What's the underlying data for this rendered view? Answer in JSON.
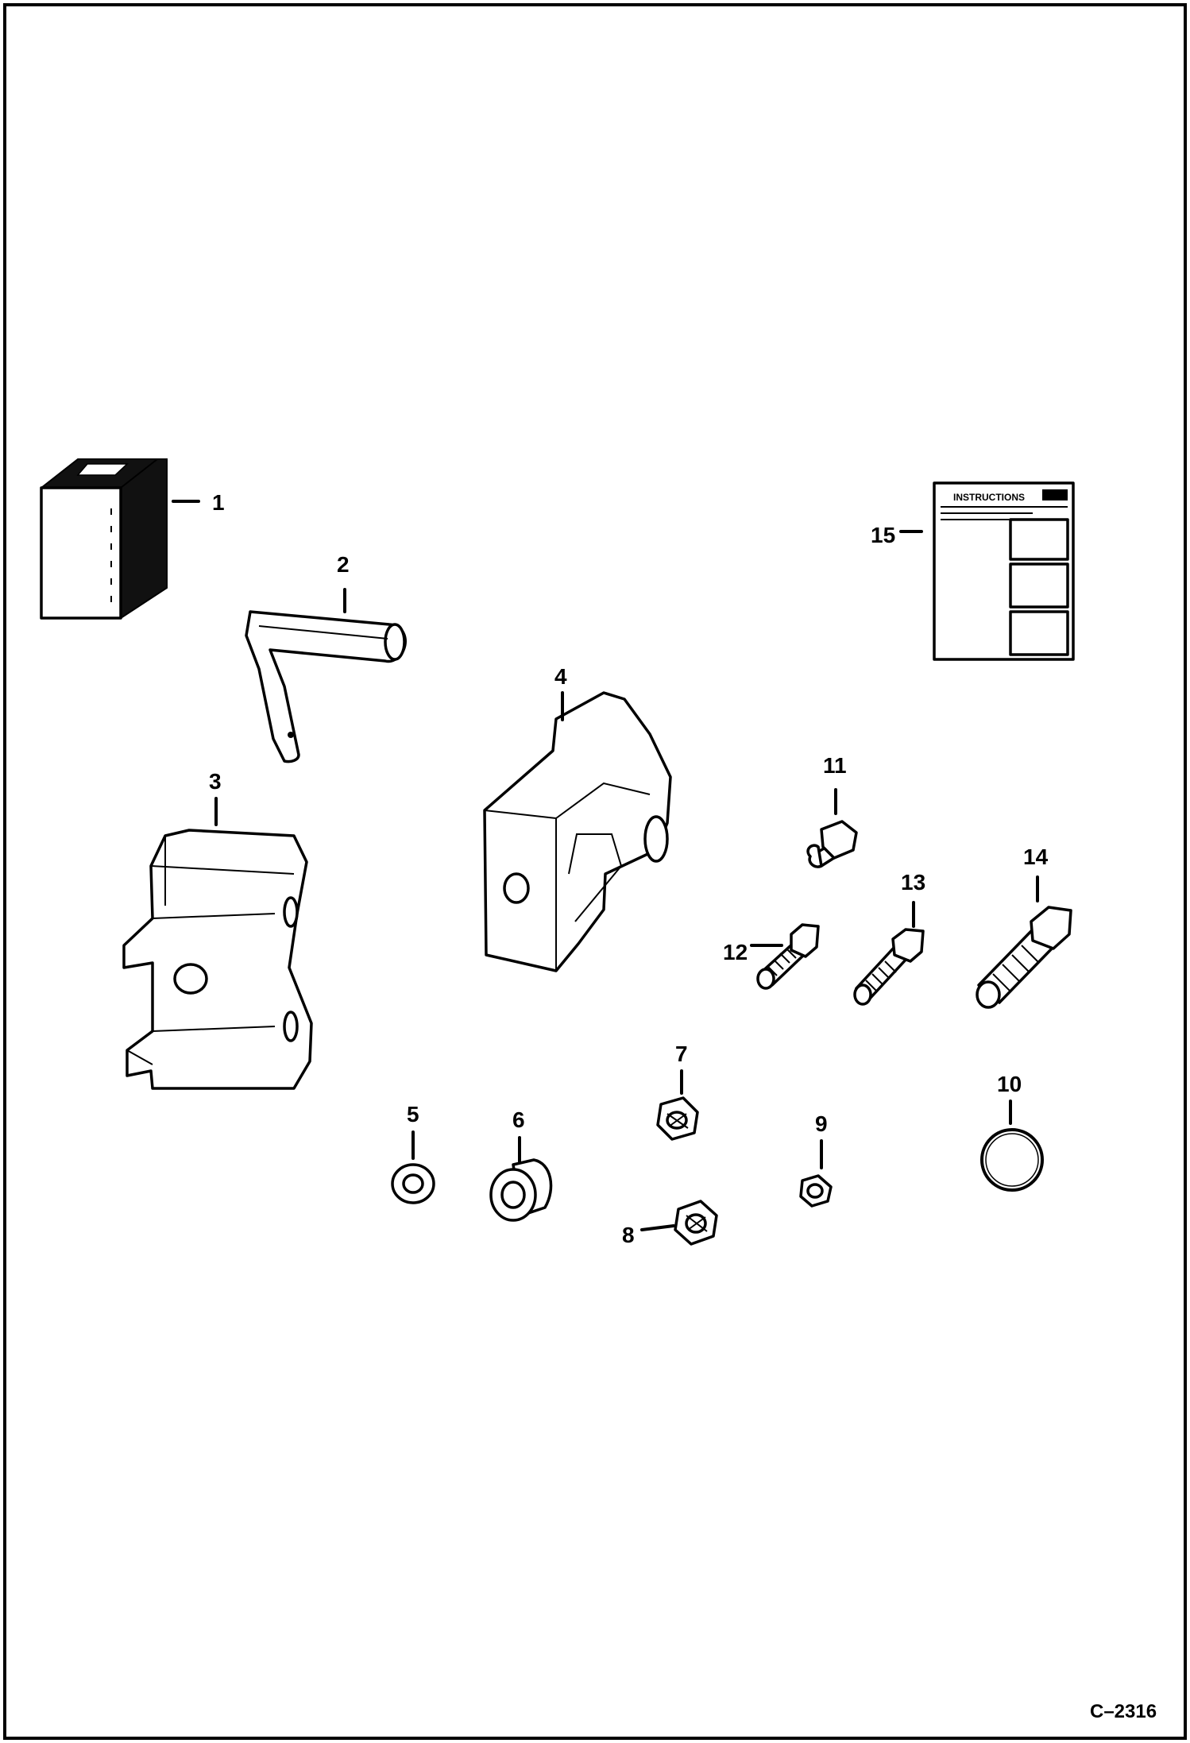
{
  "figure": {
    "reference": "C–2316",
    "callouts": [
      "1",
      "2",
      "3",
      "4",
      "5",
      "6",
      "7",
      "8",
      "9",
      "10",
      "11",
      "12",
      "13",
      "14",
      "15"
    ],
    "instruction_card_heading": "INSTRUCTIONS"
  }
}
